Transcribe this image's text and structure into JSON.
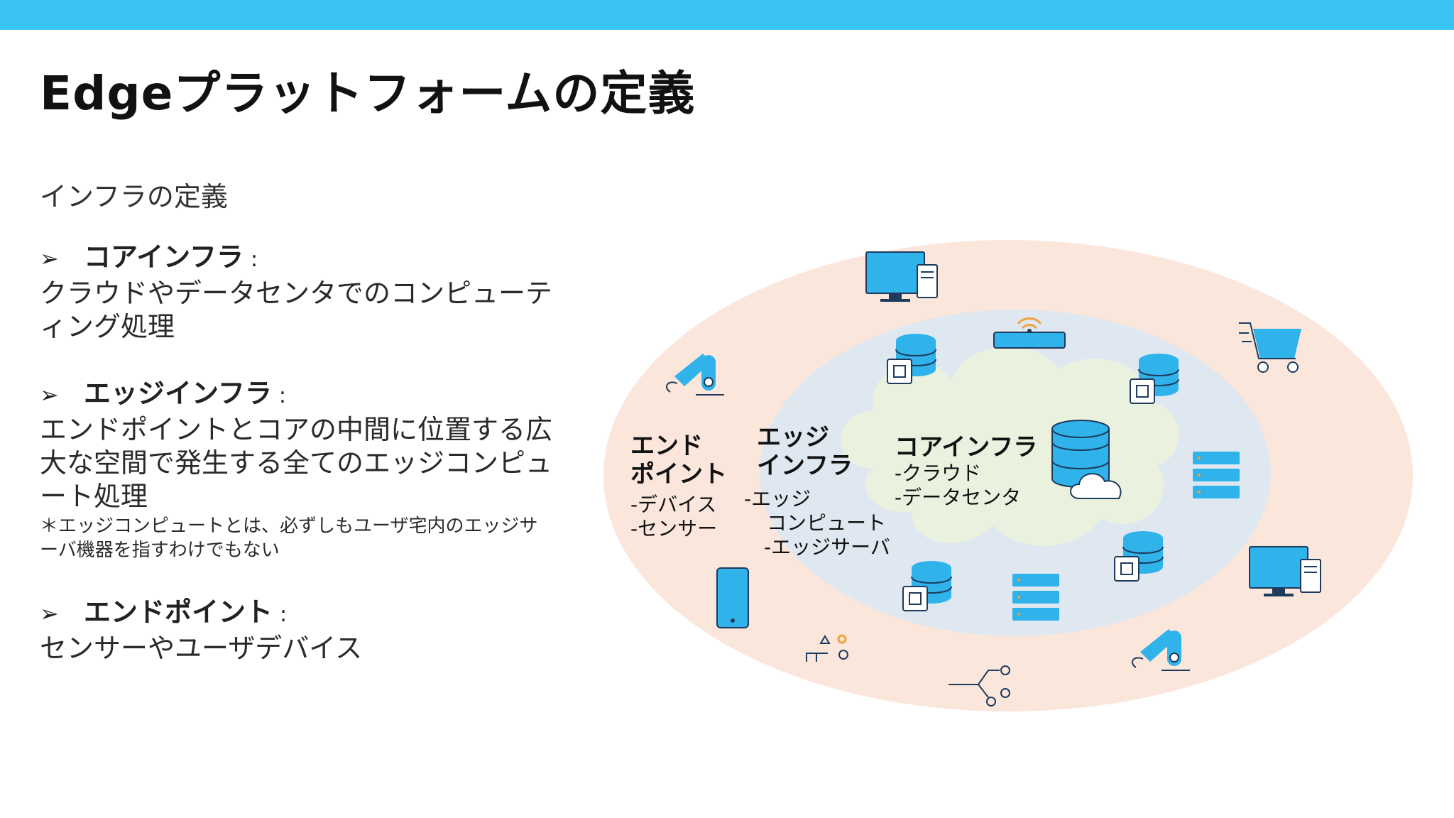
{
  "colors": {
    "top_bar": "#3ac4f2",
    "outer_ring": "#fbe6dc",
    "middle_ring": "#dfe8f1",
    "cloud": "#eaf1de",
    "icon_blue": "#2fb3ea",
    "icon_navy": "#1e3a5c"
  },
  "title": "Edgeプラットフォームの定義",
  "subtitle": "インフラの定義",
  "sections": [
    {
      "arrow": "➢",
      "heading": "コアインフラ",
      "colon": ":",
      "lines": [
        "クラウドやデータセンタでのコンピューテ",
        "ィング処理"
      ],
      "note": []
    },
    {
      "arrow": "➢",
      "heading": "エッジインフラ",
      "colon": ":",
      "lines": [
        "エンドポイントとコアの中間に位置する広",
        "大な空間で発生する全てのエッジコンピュ",
        "ート処理"
      ],
      "note": [
        "＊エッジコンピュートとは、必ずしもユーザ宅内のエッジサ",
        "ーバ機器を指すわけでもない"
      ]
    },
    {
      "arrow": "➢",
      "heading": "エンドポイント",
      "colon": ":",
      "lines": [
        "センサーやユーザデバイス"
      ],
      "note": []
    }
  ],
  "diagram": {
    "endpoint": {
      "title_lines": [
        "エンド",
        "ポイント"
      ],
      "items": [
        "-デバイス",
        "-センサー"
      ]
    },
    "edge": {
      "title_lines": [
        "エッジ",
        "インフラ"
      ],
      "items": [
        "-エッジ",
        "コンピュート",
        "-エッジサーバ"
      ]
    },
    "core": {
      "title": "コアインフラ",
      "items": [
        "-クラウド",
        "-データセンタ"
      ]
    },
    "icons": [
      "monitor-icon",
      "shopping-cart-icon",
      "robot-arm-icon",
      "smartphone-icon",
      "flow-diagram-icon",
      "circuit-node-icon",
      "robot-arm-icon",
      "monitor-icon",
      "database-chip-icon",
      "wifi-router-icon",
      "database-chip-icon",
      "server-rack-icon",
      "database-chip-icon",
      "server-rack-icon",
      "database-chip-icon",
      "database-cloud-icon"
    ]
  }
}
